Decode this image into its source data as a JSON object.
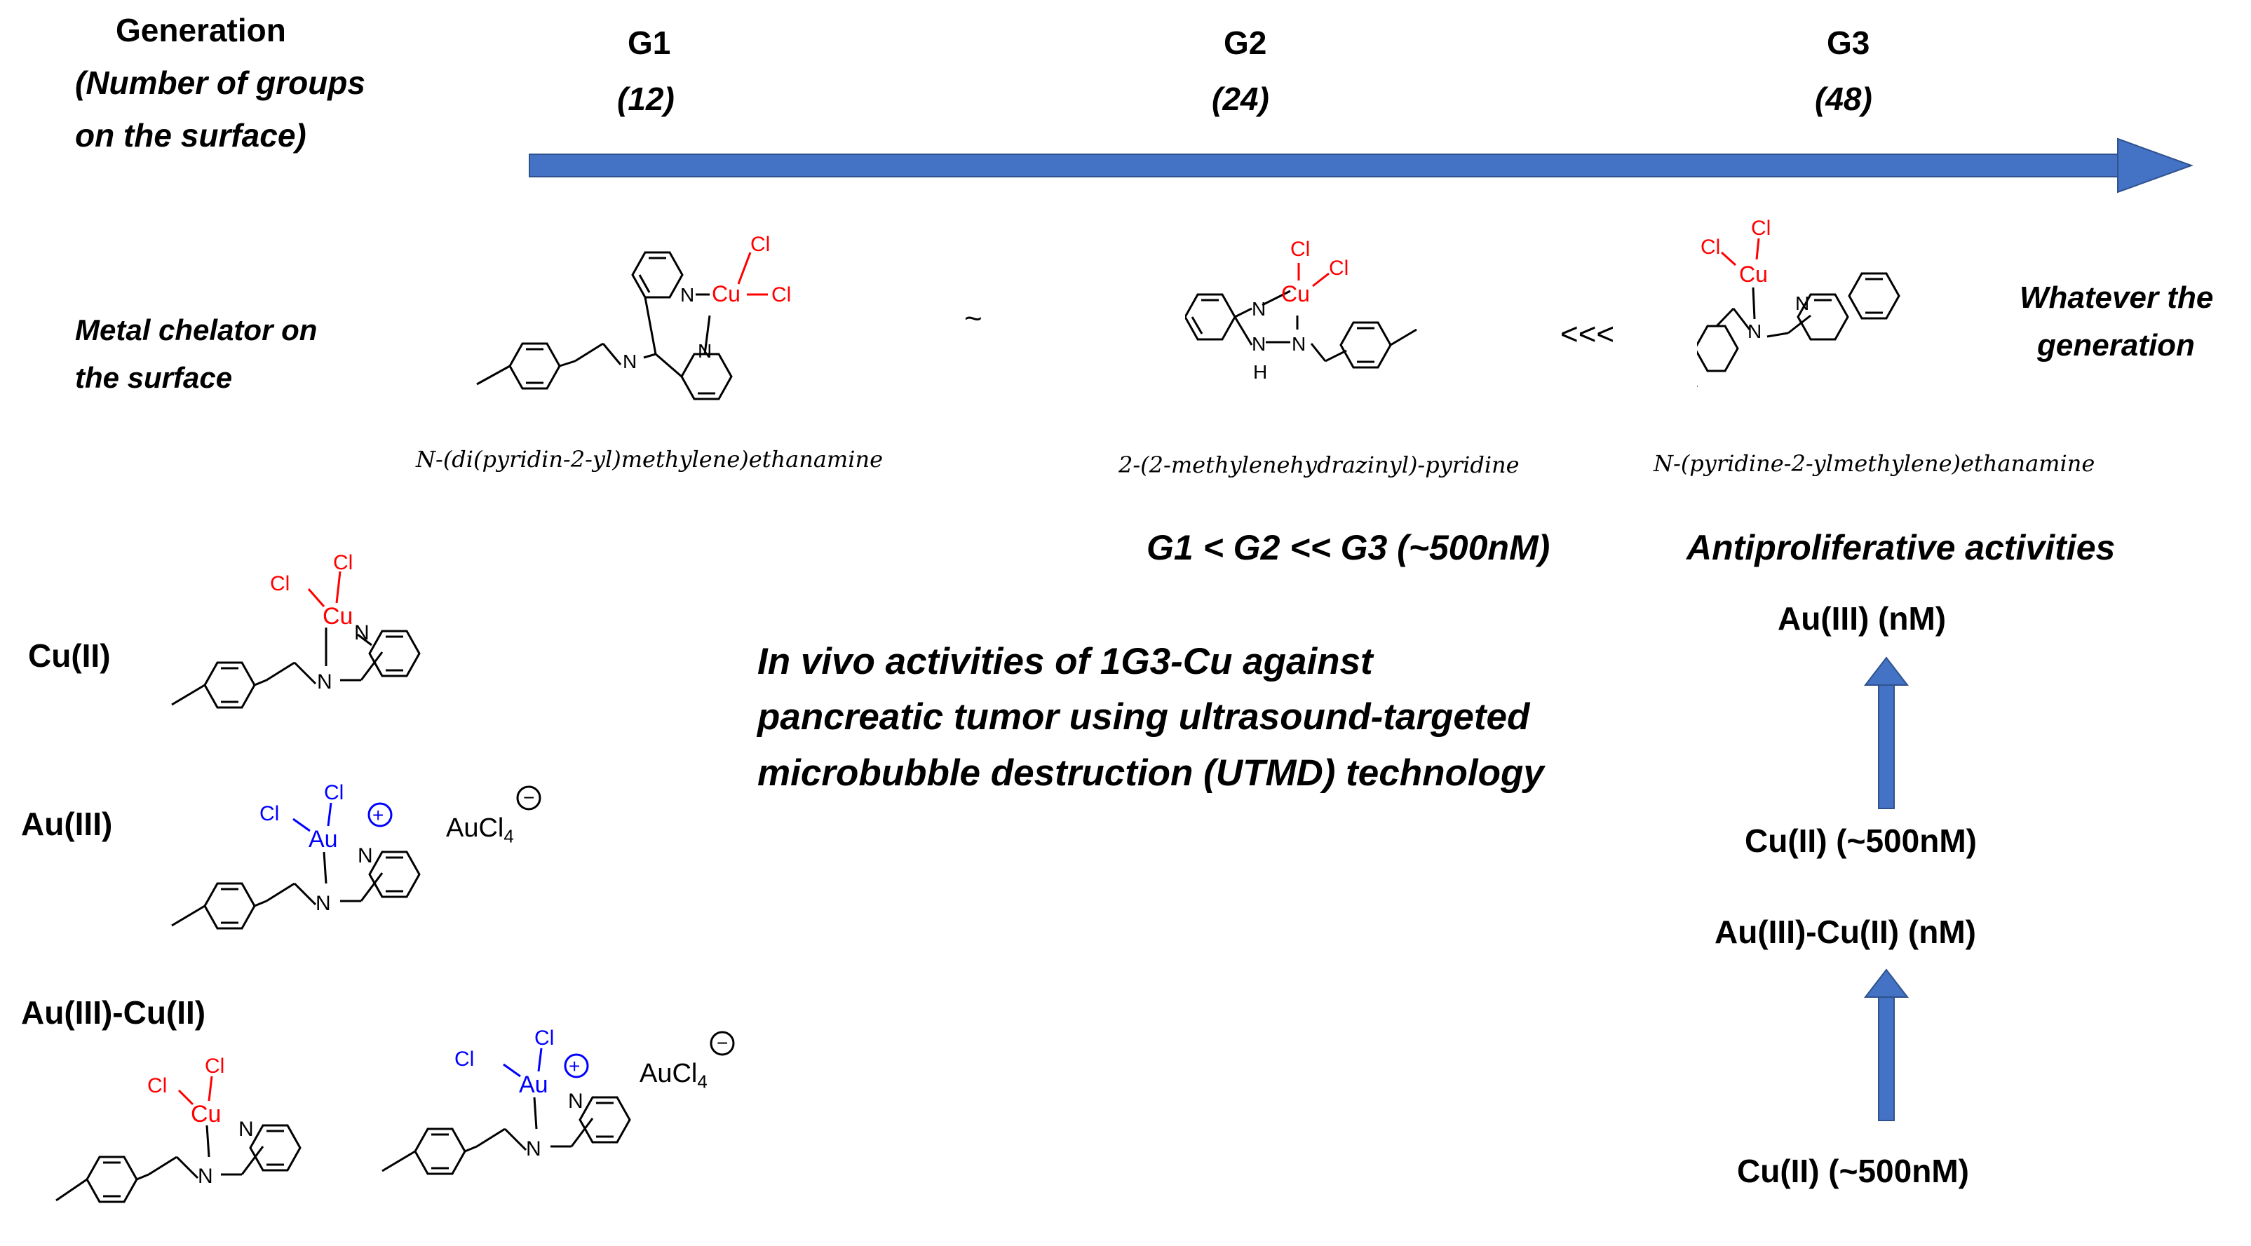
{
  "header": {
    "generation_label": "Generation",
    "groups_label_1": "(Number of groups",
    "groups_label_2": "on the surface)",
    "generations": [
      {
        "name": "G1",
        "groups": "(12)"
      },
      {
        "name": "G2",
        "groups": "(24)"
      },
      {
        "name": "G3",
        "groups": "(48)"
      }
    ]
  },
  "chelator": {
    "label_1": "Metal chelator on",
    "label_2": "the surface",
    "op1": "~",
    "op2": "<<<",
    "names": [
      "N-(di(pyridin-2-yl)methylene)ethanamine",
      "2-(2-methylenehydrazinyl)-pyridine",
      "N-(pyridine-2-ylmethylene)ethanamine"
    ],
    "whatever_1": "Whatever the",
    "whatever_2": "generation"
  },
  "comparison": "G1 < G2 << G3 (~500nM)",
  "antiprolif_title": "Antiproliferative activities",
  "invivo": [
    "In vivo activities of 1G3-Cu against",
    "pancreatic tumor using ultrasound-targeted",
    "microbubble destruction (UTMD) technology"
  ],
  "complexes": {
    "cu2": "Cu(II)",
    "au3": "Au(III)",
    "au3cu2": "Au(III)-Cu(II)",
    "aucl4": "AuCl",
    "aucl4_sub": "4",
    "minus": "−",
    "plus": "+"
  },
  "atoms": {
    "cl": "Cl",
    "cu": "Cu",
    "au": "Au",
    "n": "N",
    "h": "H"
  },
  "activity_chain": {
    "top": "Au(III) (nM)",
    "mid1": "Cu(II) (~500nM)",
    "mid2": "Au(III)-Cu(II) (nM)",
    "bottom": "Cu(II) (~500nM)"
  },
  "colors": {
    "arrow": "#4472C4",
    "metal_cu": "#FF0000",
    "metal_au": "#0000FF"
  }
}
